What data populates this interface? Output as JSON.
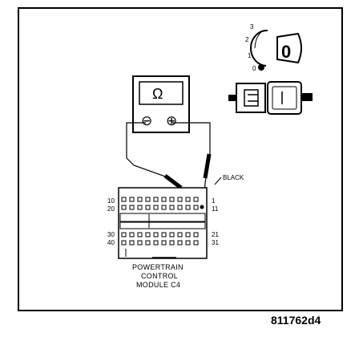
{
  "labels": {
    "wire_color": "BLACK",
    "module_line1": "POWERTRAIN",
    "module_line2": "CONTROL",
    "module_line3": "MODULE  C4",
    "figure_id": "811762d4",
    "meter_symbol": "Ω",
    "probe_negative": "⊖",
    "probe_positive": "⊕",
    "key_setting": "0",
    "key_positions": [
      "3",
      "2",
      "1",
      "0"
    ]
  },
  "connector": {
    "pins": {
      "row1_left": "10",
      "row1_right": "1",
      "row2_left": "20",
      "row2_right": "11",
      "row3_left": "30",
      "row3_right": "21",
      "row4_left": "40",
      "row4_right": "31"
    }
  }
}
